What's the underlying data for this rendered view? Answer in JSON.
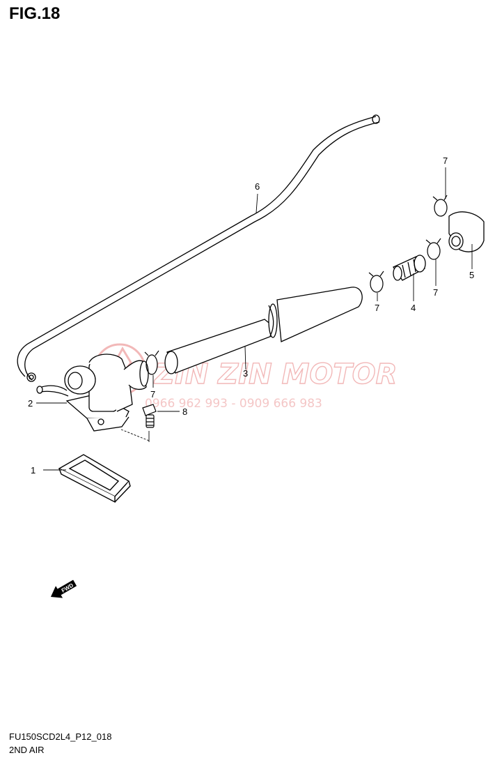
{
  "figure": {
    "title": "FIG.18"
  },
  "callouts": [
    {
      "id": "c1",
      "label": "1"
    },
    {
      "id": "c2",
      "label": "2"
    },
    {
      "id": "c3",
      "label": "3"
    },
    {
      "id": "c4",
      "label": "4"
    },
    {
      "id": "c5",
      "label": "5"
    },
    {
      "id": "c6",
      "label": "6"
    },
    {
      "id": "c7a",
      "label": "7"
    },
    {
      "id": "c7b",
      "label": "7"
    },
    {
      "id": "c7c",
      "label": "7"
    },
    {
      "id": "c7d",
      "label": "7"
    },
    {
      "id": "c8",
      "label": "8"
    }
  ],
  "fwd_marker": {
    "label": "FWD"
  },
  "watermark": {
    "brand": "ZIN ZIN MOTOR",
    "phone": "0966 962 993 - 0909 666 983",
    "color": "#f2b8b8"
  },
  "footer": {
    "code": "FU150SCD2L4_P12_018",
    "name": "2ND AIR"
  }
}
